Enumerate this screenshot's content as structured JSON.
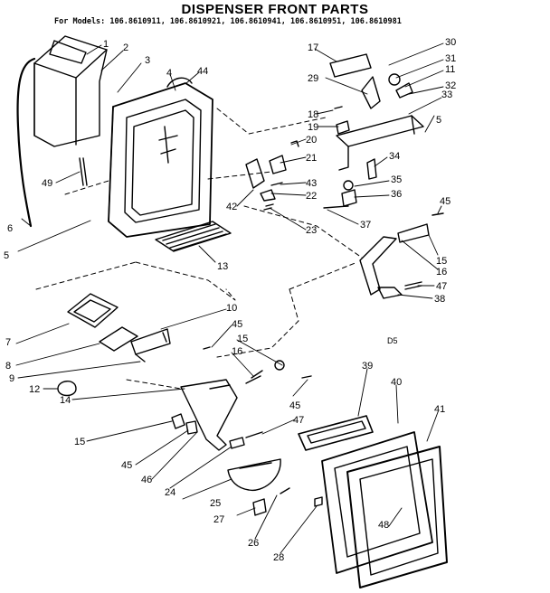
{
  "header": {
    "title": "DISPENSER FRONT PARTS",
    "models": "For Models: 106.8610911, 106.8610921, 106.8610941, 106.8610951, 106.8610981"
  },
  "diagram_code": "D5",
  "callouts": [
    "1",
    "2",
    "3",
    "4",
    "44",
    "17",
    "30",
    "31",
    "11",
    "29",
    "32",
    "33",
    "5",
    "18",
    "19",
    "20",
    "21",
    "34",
    "43",
    "22",
    "35",
    "36",
    "37",
    "42",
    "23",
    "45",
    "15",
    "16",
    "47",
    "38",
    "49",
    "6",
    "5",
    "13",
    "7",
    "10",
    "45",
    "15",
    "8",
    "16",
    "9",
    "12",
    "14",
    "45",
    "47",
    "15",
    "45",
    "46",
    "24",
    "39",
    "40",
    "41",
    "25",
    "27",
    "48",
    "26",
    "28"
  ]
}
